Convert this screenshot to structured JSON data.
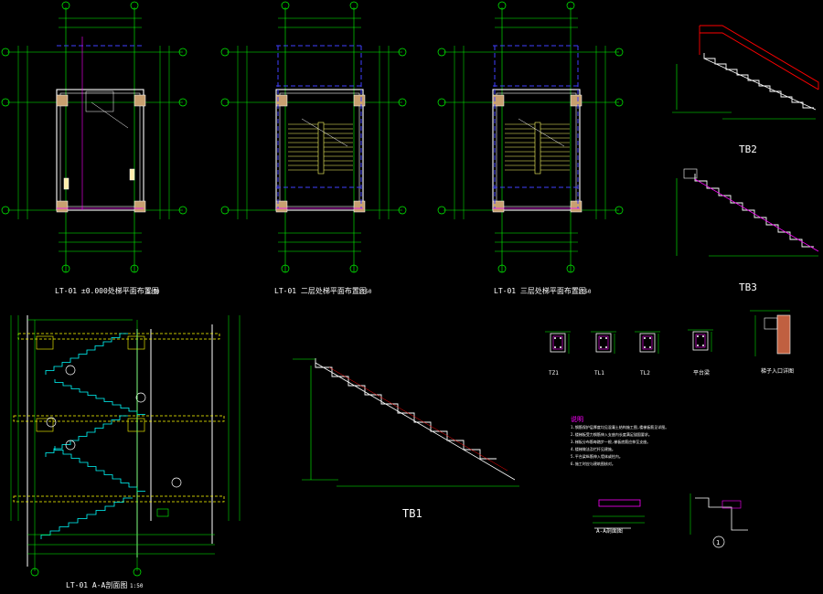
{
  "colors": {
    "background": "#000000",
    "grid": "#00ff00",
    "wall": "#ffffff",
    "beam": "#ffff00",
    "dashed_beam": "#4040ff",
    "stair": "#ffff66",
    "stair_section": "#00ffff",
    "rail": "#ff0000",
    "section_cut": "#ff2020",
    "accent": "#ff00ff",
    "column": "#c8a070"
  },
  "plans": [
    {
      "title": "LT-01 ±0.000处梯平面布置图",
      "scale": "1:50"
    },
    {
      "title": "LT-01 二层处梯平面布置图",
      "scale": "1:50"
    },
    {
      "title": "LT-01 三层处梯平面布置图",
      "scale": "1:50"
    }
  ],
  "section": {
    "title": "LT-01 A-A剖面图",
    "scale": "1:50"
  },
  "runs": [
    {
      "label": "TB2"
    },
    {
      "label": "TB3"
    },
    {
      "label": "TB1"
    }
  ],
  "beam_details": [
    {
      "label": "TZ1"
    },
    {
      "label": "TL1"
    },
    {
      "label": "TL2"
    },
    {
      "label": "平台梁"
    },
    {
      "label": "梯子入口详图"
    }
  ],
  "notes": {
    "heading": "说明",
    "lines": [
      "1.钢筋保护层厚度均见混凝土结构施工图,楼梯板筋见详图。",
      "2.楼梯板受力钢筋伸入支座内长度满足锚固要求。",
      "3.梯板分布筋每踏步一根,梯板底筋应伸至支座。",
      "4.楼梯做法及栏杆见建施。",
      "5.平台梁纵筋伸入墙体或柱内。",
      "6.施工时应与建筑图核对。"
    ]
  },
  "detail_a": {
    "label": "A-A剖面图"
  },
  "detail_1": {
    "label": "1"
  }
}
